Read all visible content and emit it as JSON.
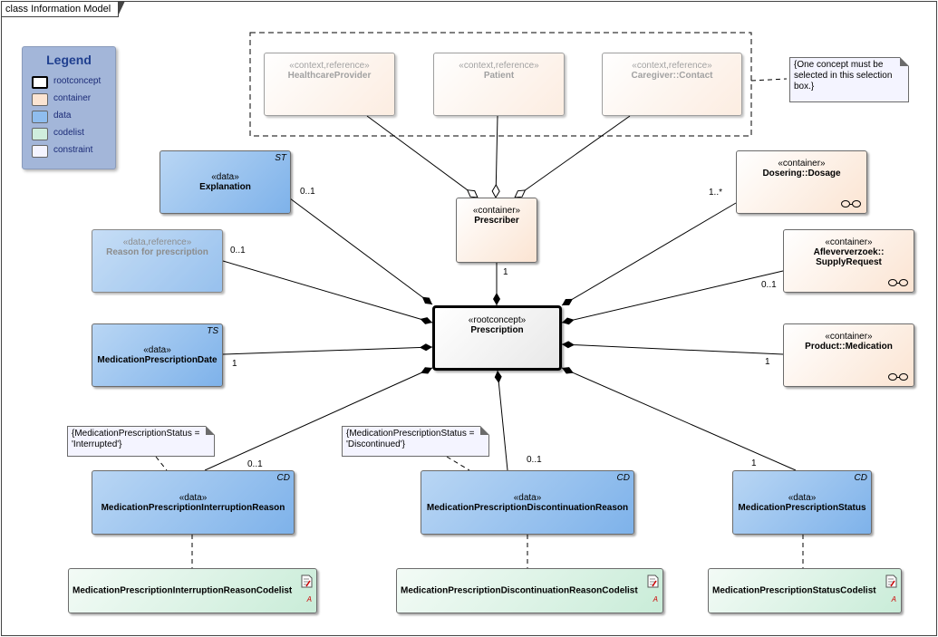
{
  "frame_title": "class Information Model",
  "legend": {
    "title": "Legend",
    "items": [
      {
        "label": "rootconcept",
        "color": "#ffffff"
      },
      {
        "label": "container",
        "color": "#fbe4d2"
      },
      {
        "label": "data",
        "color": "#8fbdee"
      },
      {
        "label": "codelist",
        "color": "#cfeedd"
      },
      {
        "label": "constraint",
        "color": "#f4f4ff"
      }
    ]
  },
  "classes": {
    "healthcare_provider": {
      "stereotype": "«context,reference»",
      "name": "HealthcareProvider"
    },
    "patient": {
      "stereotype": "«context,reference»",
      "name": "Patient"
    },
    "caregiver": {
      "stereotype": "«context,reference»",
      "name": "Caregiver::Contact"
    },
    "prescriber": {
      "stereotype": "«container»",
      "name": "Prescriber"
    },
    "explanation": {
      "stereotype": "«data»",
      "name": "Explanation",
      "tag": "ST"
    },
    "reason": {
      "stereotype": "«data,reference»",
      "name": "Reason for prescription"
    },
    "prescription_date": {
      "stereotype": "«data»",
      "name": "MedicationPrescriptionDate",
      "tag": "TS"
    },
    "prescription": {
      "stereotype": "«rootconcept»",
      "name": "Prescription"
    },
    "dosage": {
      "stereotype": "«container»",
      "name": "Dosering::Dosage"
    },
    "supply_request": {
      "stereotype": "«container»",
      "name": "Afleververzoek::",
      "name2": "SupplyRequest"
    },
    "medication": {
      "stereotype": "«container»",
      "name": "Product::Medication"
    },
    "interruption_reason": {
      "stereotype": "«data»",
      "name": "MedicationPrescriptionInterruptionReason",
      "tag": "CD"
    },
    "discontinuation_reason": {
      "stereotype": "«data»",
      "name": "MedicationPrescriptionDiscontinuationReason",
      "tag": "CD"
    },
    "status": {
      "stereotype": "«data»",
      "name": "MedicationPrescriptionStatus",
      "tag": "CD"
    },
    "interruption_codelist": {
      "name": "MedicationPrescriptionInterruptionReasonCodelist"
    },
    "discontinuation_codelist": {
      "name": "MedicationPrescriptionDiscontinuationReasonCodelist"
    },
    "status_codelist": {
      "name": "MedicationPrescriptionStatusCodelist"
    }
  },
  "notes": {
    "selection": {
      "line1": "{One concept must be",
      "line2": "selected in this selection",
      "line3": "box.}"
    },
    "interrupted": {
      "line1": "{MedicationPrescriptionStatus =",
      "line2": "'Interrupted'}"
    },
    "discontinued": {
      "line1": "{MedicationPrescriptionStatus =",
      "line2": "'Discontinued'}"
    }
  },
  "multiplicities": {
    "explanation": "0..1",
    "reason": "0..1",
    "date": "1",
    "prescriber": "1",
    "dosage": "1..*",
    "supply": "0..1",
    "medication": "1",
    "interruption": "0..1",
    "discontinuation": "0..1",
    "status": "1"
  }
}
